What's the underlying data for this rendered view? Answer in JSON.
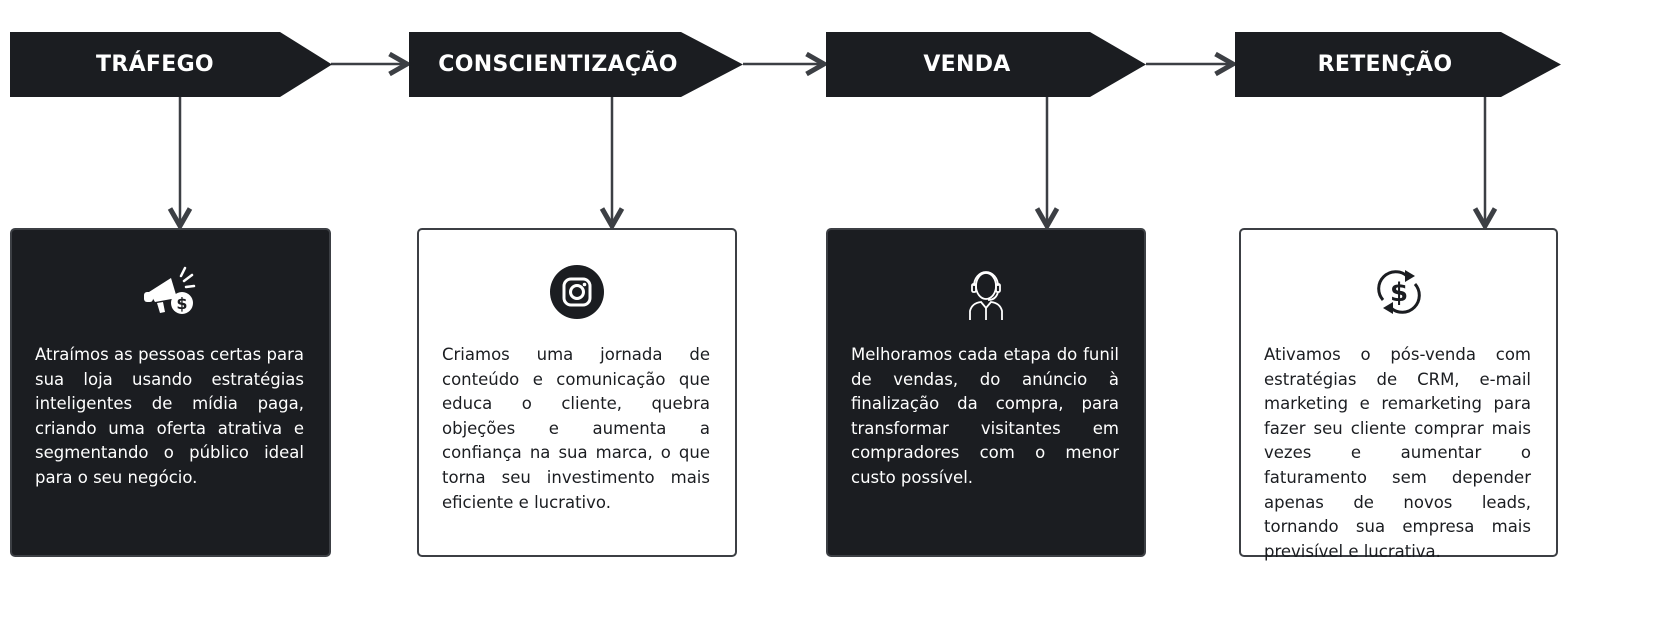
{
  "colors": {
    "dark": "#1b1d21",
    "light": "#ffffff",
    "line": "#3c3f44"
  },
  "stages": [
    {
      "title": "TRÁFEGO",
      "icon": "megaphone-dollar-icon",
      "theme": "dark",
      "text": "Atraímos as pessoas certas para sua loja usando estratégias inteligentes de mídia paga, criando uma oferta atrativa e segmentando o público ideal para o seu negócio."
    },
    {
      "title": "CONSCIENTIZAÇÃO",
      "icon": "instagram-icon",
      "theme": "light",
      "text": "Criamos uma jornada de conteúdo e comunicação que educa o cliente, quebra objeções e aumenta a confiança na sua marca, o que torna seu investimento mais eficiente e lucrativo."
    },
    {
      "title": "VENDA",
      "icon": "support-agent-icon",
      "theme": "dark",
      "text": "Melhoramos cada etapa do funil de vendas, do anúncio à finalização da compra, para transformar visitantes em compradores com o menor custo possível."
    },
    {
      "title": "RETENÇÃO",
      "icon": "dollar-cycle-icon",
      "theme": "light",
      "text": "Ativamos o pós-venda com estratégias de CRM, e-mail marketing e remarketing para fazer seu cliente comprar mais vezes e aumentar o faturamento sem depender apenas de novos leads, tornando sua empresa mais previsível e lucrativa."
    }
  ]
}
